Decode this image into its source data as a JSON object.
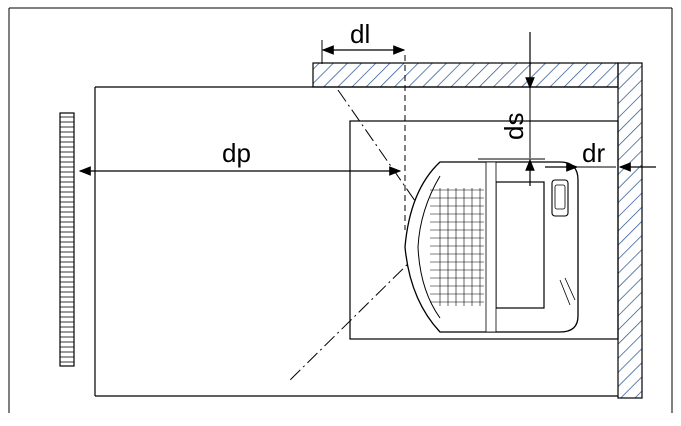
{
  "labels": {
    "dl": "dl",
    "ds": "ds",
    "dp": "dp",
    "dr": "dr"
  },
  "colors": {
    "line": "#000000",
    "hatch": "#1f4e8c",
    "background": "#ffffff"
  }
}
